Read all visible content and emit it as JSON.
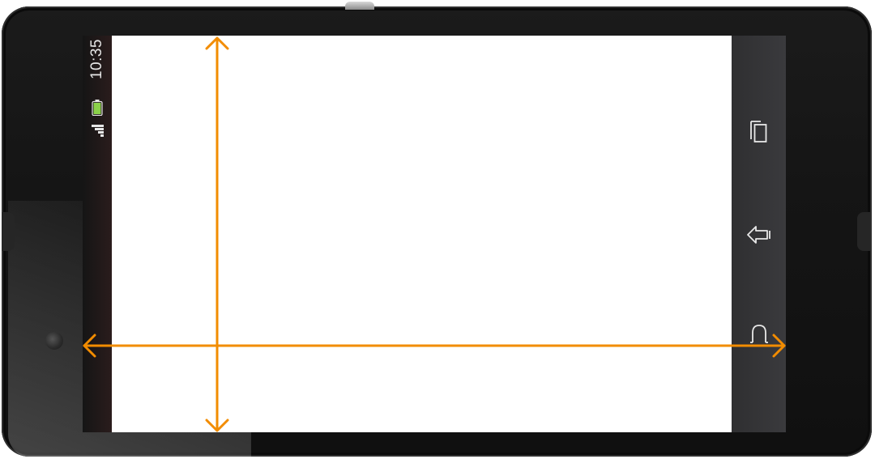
{
  "device": {
    "name": "android-phone-landscape",
    "frame_color": "#141414"
  },
  "status_bar": {
    "time": "10:35",
    "signal_icon": "signal-bars-icon",
    "battery_icon": "battery-icon",
    "battery_color": "#8bd14a",
    "text_color": "#e6e6e6"
  },
  "navigation_bar": {
    "background": "#333336",
    "icon_color": "#e8e8e8",
    "buttons": [
      {
        "name": "recent-apps-button",
        "icon": "recent-apps-icon"
      },
      {
        "name": "back-button",
        "icon": "back-arrow-icon"
      },
      {
        "name": "home-button",
        "icon": "home-icon"
      }
    ]
  },
  "app_area": {
    "background": "#ffffff"
  },
  "annotations": {
    "arrow_color": "#f28c00",
    "arrows": [
      {
        "name": "vertical-dimension-arrow",
        "direction": "vertical"
      },
      {
        "name": "horizontal-dimension-arrow",
        "direction": "horizontal"
      }
    ]
  }
}
